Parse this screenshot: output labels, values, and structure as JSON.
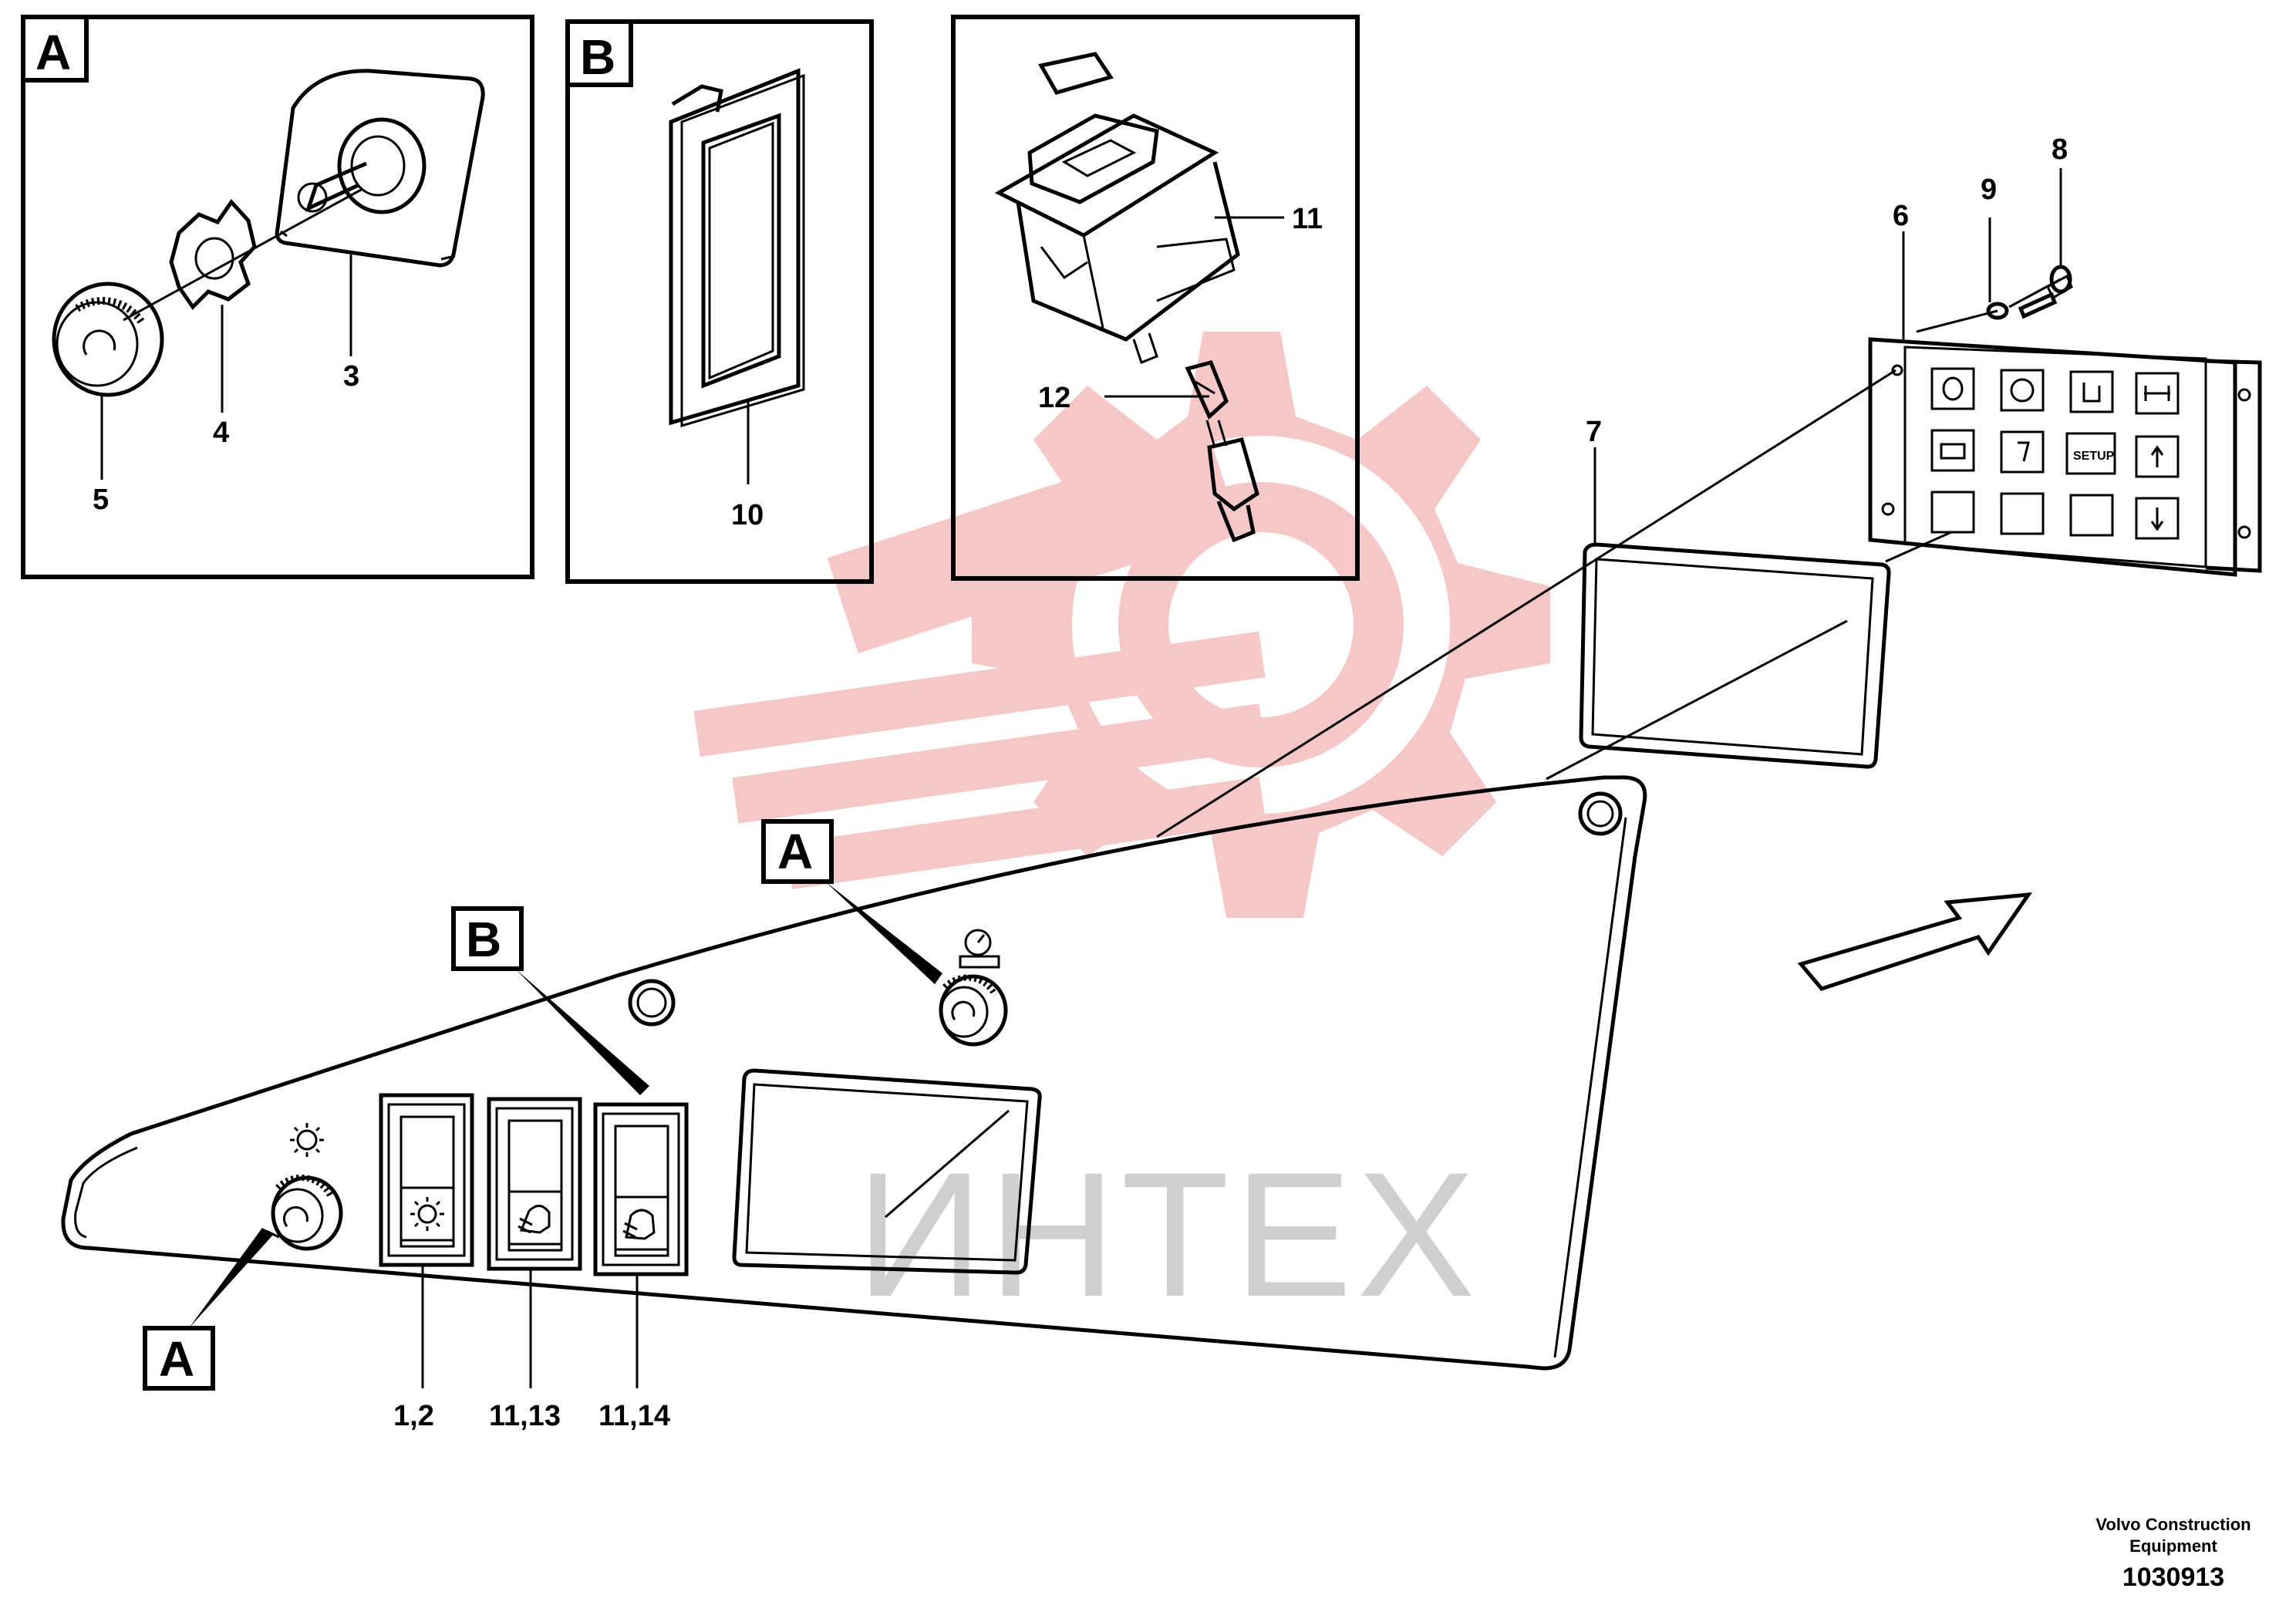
{
  "watermark": {
    "text": "ИНТЕХ",
    "color": "#f3b8b8"
  },
  "detail_boxes": [
    {
      "letter": "A",
      "parts": [
        "3",
        "4",
        "5"
      ]
    },
    {
      "letter": "B",
      "parts": [
        "10"
      ]
    },
    {
      "letter": "",
      "parts": [
        "11",
        "12"
      ]
    }
  ],
  "callouts": {
    "p3": "3",
    "p4": "4",
    "p5": "5",
    "p6": "6",
    "p7": "7",
    "p8": "8",
    "p9": "9",
    "p10": "10",
    "p11": "11",
    "p12": "12",
    "p12sw": "1,2",
    "p1113": "11,13",
    "p1114": "11,14"
  },
  "panel_letters": {
    "a_left": "A",
    "a_center": "A",
    "b": "B"
  },
  "keypad": {
    "setup_label": "SETUP"
  },
  "footer": {
    "line1": "Volvo Construction",
    "line2": "Equipment",
    "code": "1030913"
  }
}
